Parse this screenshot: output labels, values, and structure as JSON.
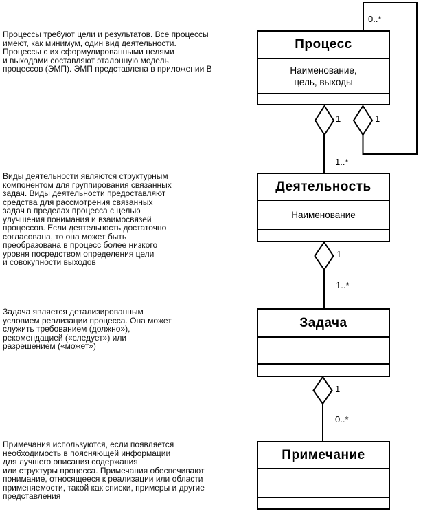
{
  "paragraphs": {
    "process": "Процессы требуют цели и результатов. Все процессы\nимеют, как минимум, один вид деятельности.\nПроцессы с их сформулированными целями\nи выходами составляют эталонную модель\nпроцессов (ЭМП). ЭМП представлена в приложении В",
    "activity": "Виды деятельности являются структурным\nкомпонентом для группирования связанных\nзадач. Виды деятельности предоставляют\nсредства для рассмотрения связанных\nзадач в пределах процесса с целью\nулучшения понимания и взаимосвязей\nпроцессов. Если деятельность достаточно\nсогласована, то она может быть\nпреобразована в процесс более низкого\nуровня посредством определения цели\nи совокупности выходов",
    "task": "Задача является детализированным\nусловием реализации процесса. Она может\nслужить требованием (должно»),\nрекомендацией («следует») или\nразрешением («может»)",
    "note": "Примечания используются, если появляется\nнеобходимость в поясняющей информации\nдля лучшего описания содержания\nили структуры процесса. Примечания обеспечивают\nпонимание, относящееся к реализации или области\nприменяемости, такой как списки, примеры и другие\nпредставления"
  },
  "classes": {
    "process": {
      "title": "Процесс",
      "attributes": "Наименование,\nцель, выходы"
    },
    "activity": {
      "title": "Деятельность",
      "attributes": "Наименование"
    },
    "task": {
      "title": "Задача",
      "attributes": ""
    },
    "note": {
      "title": "Примечание",
      "attributes": ""
    }
  },
  "multiplicities": {
    "process_self_many": "0..*",
    "process_left_one": "1",
    "process_right_one": "1",
    "activity_many": "1..*",
    "activity_one": "1",
    "task_many": "1..*",
    "task_one": "1",
    "note_many": "0..*"
  },
  "colors": {
    "line": "#000000",
    "fill": "#ffffff"
  }
}
